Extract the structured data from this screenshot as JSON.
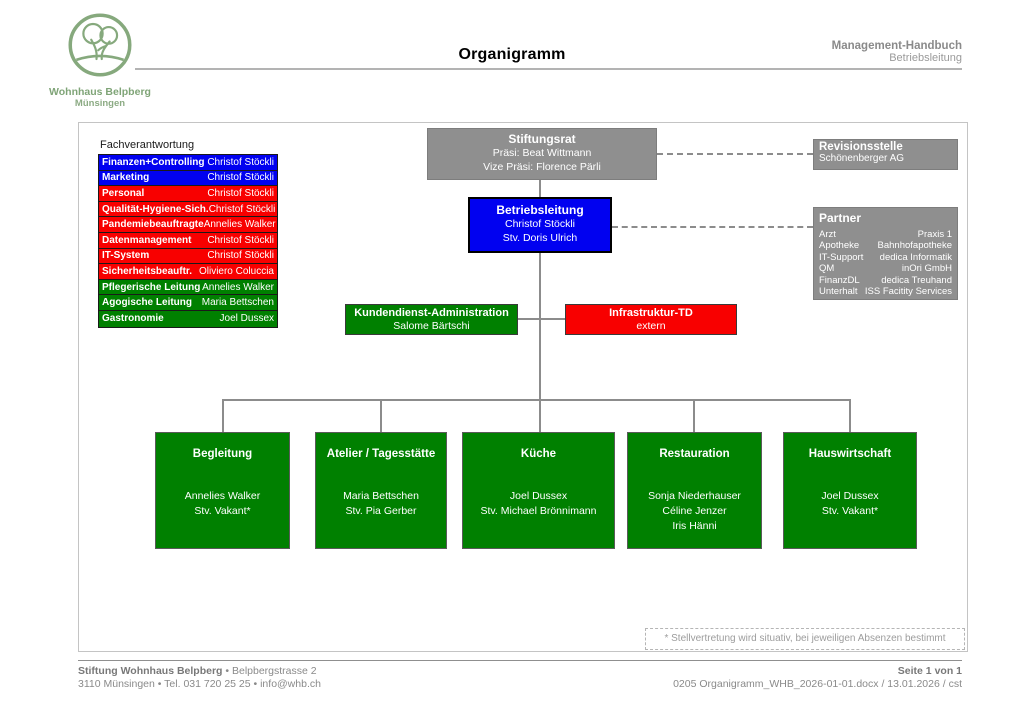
{
  "logo": {
    "line1": "Wohnhaus Belpberg",
    "line2": "Münsingen"
  },
  "header": {
    "title": "Organigramm",
    "right_line1": "Management-Handbuch",
    "right_line2": "Betriebsleitung"
  },
  "fach": {
    "label": "Fachverantwortung",
    "rows": [
      {
        "label": "Finanzen+Controlling",
        "name": "Christof Stöckli",
        "color": "blue"
      },
      {
        "label": "Marketing",
        "name": "Christof Stöckli",
        "color": "blue"
      },
      {
        "label": "Personal",
        "name": "Christof Stöckli",
        "color": "red"
      },
      {
        "label": "Qualität-Hygiene-Sich.",
        "name": "Christof Stöckli",
        "color": "red"
      },
      {
        "label": "Pandemiebeauftragte",
        "name": "Annelies Walker",
        "color": "red"
      },
      {
        "label": "Datenmanagement",
        "name": "Christof Stöckli",
        "color": "red"
      },
      {
        "label": "IT-System",
        "name": "Christof Stöckli",
        "color": "red"
      },
      {
        "label": "Sicherheitsbeauftr.",
        "name": "Oliviero Coluccia",
        "color": "red"
      },
      {
        "label": "Pflegerische Leitung",
        "name": "Annelies Walker",
        "color": "green"
      },
      {
        "label": "Agogische Leitung",
        "name": "Maria Bettschen",
        "color": "green"
      },
      {
        "label": "Gastronomie",
        "name": "Joel Dussex",
        "color": "green"
      }
    ]
  },
  "org": {
    "stiftungsrat": {
      "title": "Stiftungsrat",
      "line1": "Präsi: Beat Wittmann",
      "line2": "Vize Präsi: Florence Pärli"
    },
    "revisionsstelle": {
      "title": "Revisionsstelle",
      "line": "Schönenberger AG"
    },
    "partner": {
      "title": "Partner",
      "rows": [
        {
          "label": "Arzt",
          "value": "Praxis 1"
        },
        {
          "label": "Apotheke",
          "value": "Bahnhofapotheke"
        },
        {
          "label": "IT-Support",
          "value": "dedica Informatik"
        },
        {
          "label": "QM",
          "value": "inOri GmbH"
        },
        {
          "label": "FinanzDL",
          "value": "dedica Treuhand"
        },
        {
          "label": "Unterhalt",
          "value": "ISS Facitity Services"
        }
      ]
    },
    "betriebsleitung": {
      "title": "Betriebsleitung",
      "line1": "Christof Stöckli",
      "line2": "Stv. Doris Ulrich"
    },
    "kundendienst": {
      "title": "Kundendienst-Administration",
      "line": "Salome Bärtschi"
    },
    "infrastruktur": {
      "title": "Infrastruktur-TD",
      "line": "extern"
    },
    "departments": [
      {
        "title": "Begleitung",
        "names": [
          "Annelies Walker",
          "Stv. Vakant*"
        ]
      },
      {
        "title": "Atelier / Tagesstätte",
        "names": [
          "Maria Bettschen",
          "Stv. Pia Gerber"
        ]
      },
      {
        "title": "Küche",
        "names": [
          "Joel Dussex",
          "Stv. Michael Brönnimann"
        ]
      },
      {
        "title": "Restauration",
        "names": [
          "Sonja Niederhauser",
          "Céline Jenzer",
          "Iris Hänni"
        ]
      },
      {
        "title": "Hauswirtschaft",
        "names": [
          "Joel Dussex",
          "Stv. Vakant*"
        ]
      }
    ]
  },
  "footnote": "* Stellvertretung wird situativ, bei jeweiligen Absenzen bestimmt",
  "footer": {
    "left_bold": "Stiftung Wohnhaus Belpberg",
    "left_rest": " • Belpbergstrasse 2",
    "left_line2": "3110 Münsingen • Tel. 031 720 25 25 • info@whb.ch",
    "right_bold": "Seite 1 von 1",
    "right_line2": "0205 Organigramm_WHB_2026-01-01.docx / 13.01.2026 / cst"
  },
  "colors": {
    "blue": "#0101f0",
    "red": "#f80000",
    "green": "#008000",
    "gray_box": "#8f8f8f",
    "logo_green": "#86a97d",
    "connector": "#8c8c8c"
  }
}
